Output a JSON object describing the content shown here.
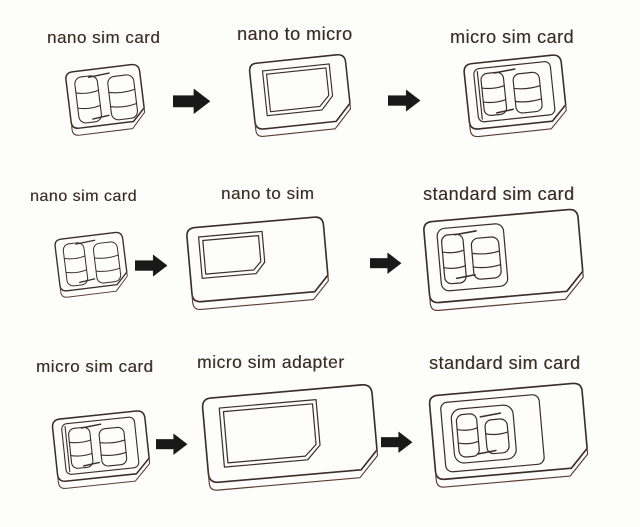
{
  "diagram": {
    "background_color": "#fdfdfc",
    "line_color": "#3c2d2b",
    "arrow_color": "#191919",
    "text_color": "#3a2c22",
    "arrow_icon": "right-block-arrow",
    "rows": [
      {
        "source": "nano sim card",
        "adapter": "nano to micro",
        "result": "micro sim card"
      },
      {
        "source": "nano sim card",
        "adapter": "nano to sim",
        "result": "standard sim card"
      },
      {
        "source": "micro sim card",
        "adapter": "micro sim adapter",
        "result": "standard sim card"
      }
    ]
  }
}
